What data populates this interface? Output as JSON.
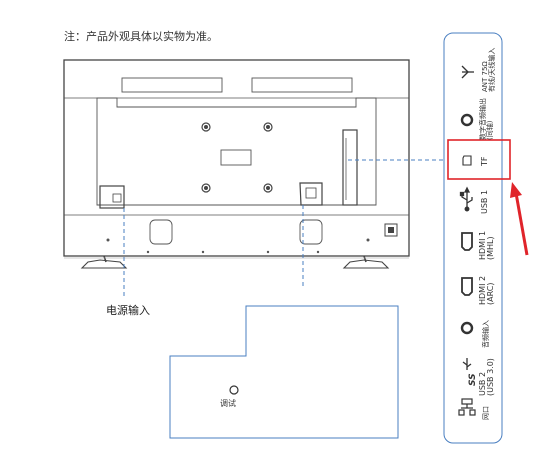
{
  "note": "注：产品外观具体以实物为准。",
  "power_input": "电源输入",
  "debug": "调试",
  "ports": [
    {
      "icon": "antenna-icon",
      "label_line1": "ANT 75Ω",
      "label_line2": "有线/天线输入"
    },
    {
      "icon": "audio-jack-icon",
      "label_line1": "数字音频输出",
      "label_line2": "(同轴)"
    },
    {
      "icon": "tf-card-icon",
      "label_line1": "TF",
      "label_line2": ""
    },
    {
      "icon": "usb-icon",
      "label_line1": "USB 1",
      "label_line2": ""
    },
    {
      "icon": "hdmi-icon",
      "label_line1": "HDMI 1",
      "label_line2": "(MHL)"
    },
    {
      "icon": "hdmi-icon",
      "label_line1": "HDMI 2",
      "label_line2": "(ARC)"
    },
    {
      "icon": "audio-jack-icon",
      "label_line1": "音频输入",
      "label_line2": ""
    },
    {
      "icon": "usb-ss-icon",
      "label_line1": "USB 2",
      "label_line2": "(USB 3.0)"
    },
    {
      "icon": "lan-icon",
      "label_line1": "网口",
      "label_line2": ""
    }
  ],
  "colors": {
    "panel_outline": "#4a7fc1",
    "highlight": "#e0242a",
    "dash": "#4a7fc1",
    "tv_line": "#444444"
  }
}
